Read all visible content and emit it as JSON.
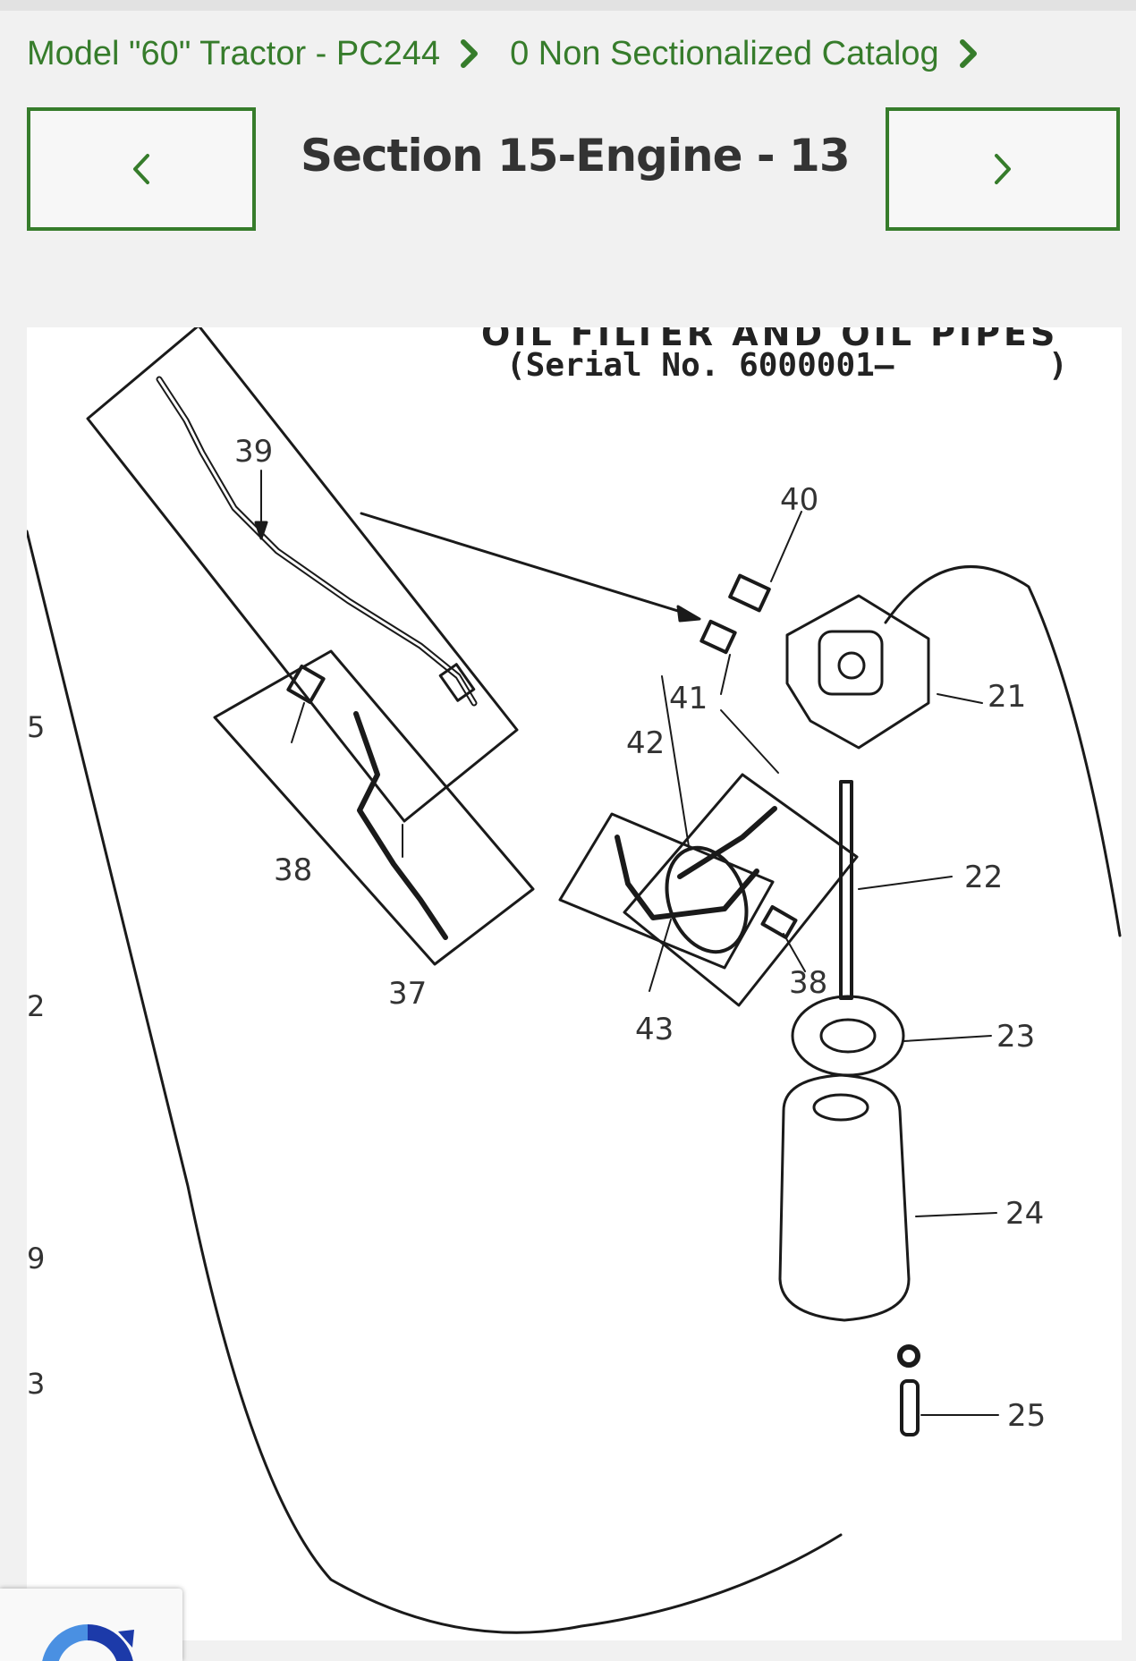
{
  "colors": {
    "accent": "#367c2b",
    "background": "#f1f1f1"
  },
  "breadcrumb": {
    "items": [
      {
        "label": "Model \"60\" Tractor - PC244"
      },
      {
        "label": "0 Non Sectionalized Catalog"
      }
    ]
  },
  "section_nav": {
    "prev_icon": "chevron-left-icon",
    "next_icon": "chevron-right-icon",
    "current_section": "Section 15-Engine - 13",
    "dropdown_icon": "chevron-down-icon"
  },
  "diagram": {
    "title_fragment": "OIL FILTER AND OIL PIPES",
    "serial_text": "(Serial No. 6000001—",
    "serial_close": ")",
    "edge_numbers": [
      "5",
      "2",
      "9",
      "3"
    ],
    "callouts": [
      "39",
      "40",
      "21",
      "41",
      "42",
      "38",
      "37",
      "38",
      "22",
      "43",
      "23",
      "24",
      "25"
    ]
  },
  "recaptcha": {
    "icon": "recaptcha-icon"
  }
}
